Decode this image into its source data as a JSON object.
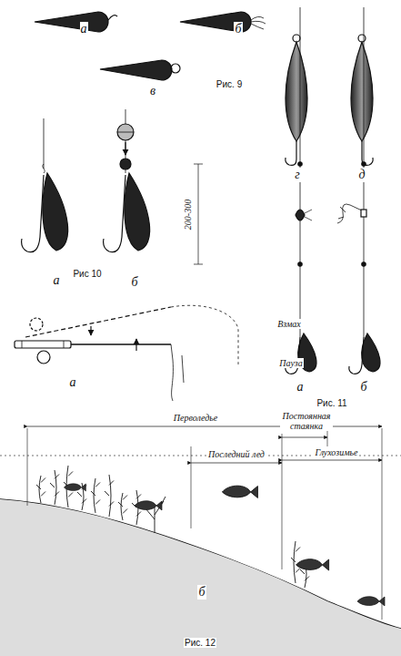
{
  "diagram": {
    "labels": [
      "а",
      "б",
      "в",
      "Рис. 9",
      "г",
      "д",
      "а",
      "б",
      "Рис 10",
      "Взмах",
      "Пауза",
      "а",
      "200-300",
      "а",
      "б",
      "Рис. 11",
      "Перволедье",
      "Последний лед",
      "Постоянная стаянка",
      "Глухозимье",
      "б",
      "Рис. 12"
    ]
  }
}
